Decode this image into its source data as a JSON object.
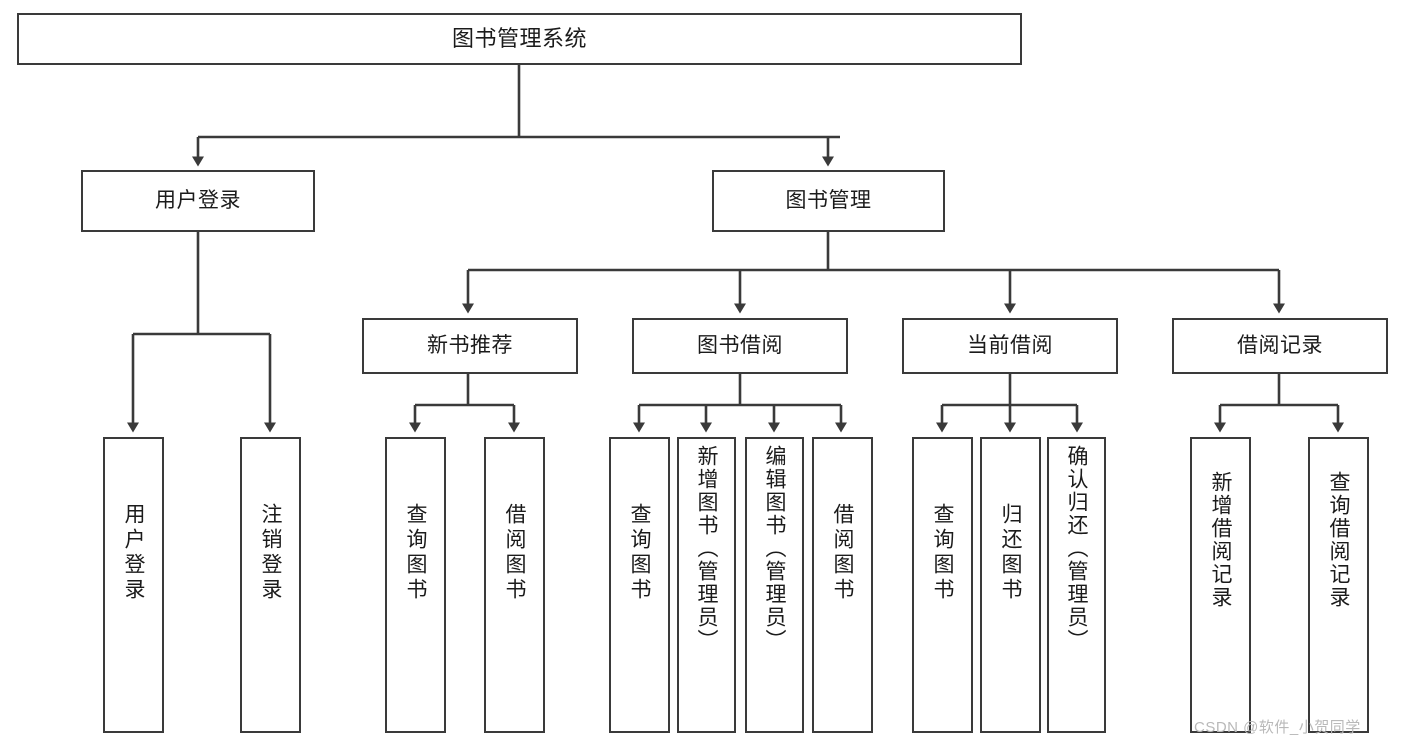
{
  "diagram": {
    "title": "图书管理系统",
    "type": "tree-hierarchy",
    "nodes": {
      "root": {
        "label": "图书管理系统"
      },
      "level2": [
        {
          "id": "user-login",
          "label": "用户登录"
        },
        {
          "id": "book-management",
          "label": "图书管理"
        }
      ],
      "level3": [
        {
          "id": "new-book-recommend",
          "label": "新书推荐"
        },
        {
          "id": "book-borrow",
          "label": "图书借阅"
        },
        {
          "id": "current-borrow",
          "label": "当前借阅"
        },
        {
          "id": "borrow-record",
          "label": "借阅记录"
        }
      ],
      "leaves": {
        "user-login": [
          {
            "id": "leaf-user-login",
            "label": "用户登录"
          },
          {
            "id": "leaf-logout-login",
            "label": "注销登录"
          }
        ],
        "new-book-recommend": [
          {
            "id": "leaf-query-book-1",
            "label": "查询图书"
          },
          {
            "id": "leaf-borrow-book-1",
            "label": "借阅图书"
          }
        ],
        "book-borrow": [
          {
            "id": "leaf-query-book-2",
            "label": "查询图书"
          },
          {
            "id": "leaf-add-book",
            "label": "新增图书（管理员）"
          },
          {
            "id": "leaf-edit-book",
            "label": "编辑图书（管理员）"
          },
          {
            "id": "leaf-borrow-book-2",
            "label": "借阅图书"
          }
        ],
        "current-borrow": [
          {
            "id": "leaf-query-book-3",
            "label": "查询图书"
          },
          {
            "id": "leaf-return-book",
            "label": "归还图书"
          },
          {
            "id": "leaf-confirm-return",
            "label": "确认归还（管理员）"
          }
        ],
        "borrow-record": [
          {
            "id": "leaf-add-record",
            "label": "新增借阅记录"
          },
          {
            "id": "leaf-query-record",
            "label": "查询借阅记录"
          }
        ]
      }
    },
    "colors": {
      "stroke": "#3a3a3a",
      "fill": "#ffffff",
      "text": "#1b1b1b",
      "watermark": "#b9b9b9"
    }
  },
  "watermark": {
    "text": "CSDN @软件_小贺同学"
  }
}
